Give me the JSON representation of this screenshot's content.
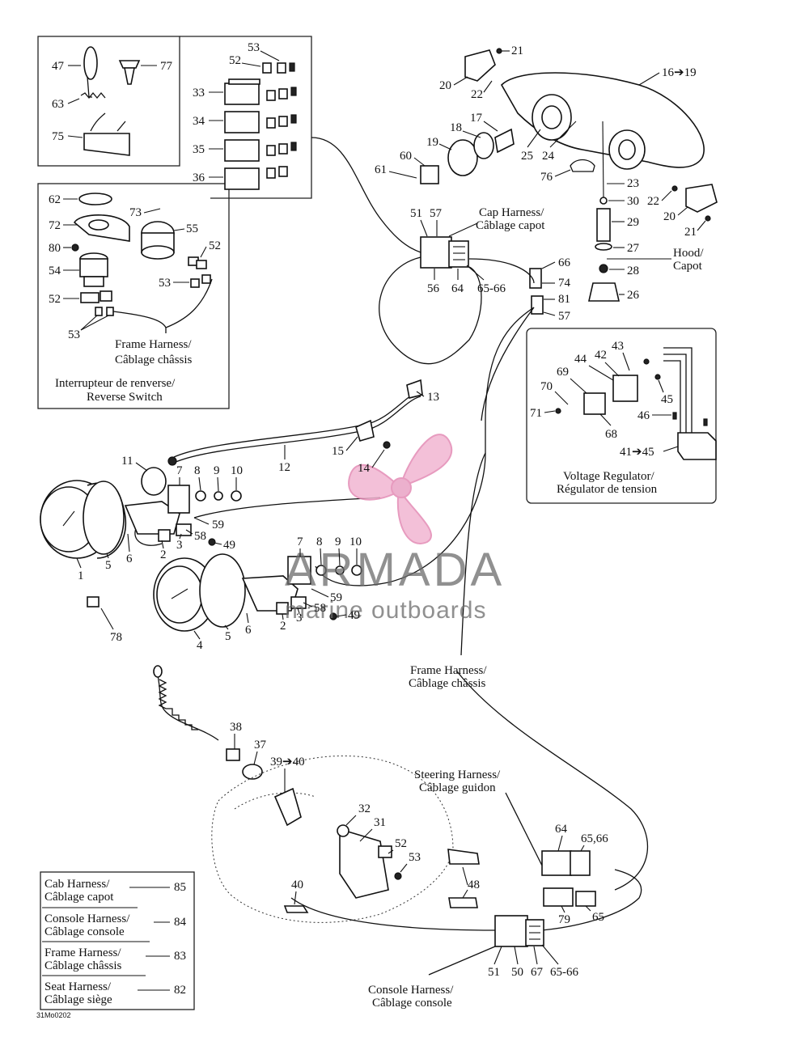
{
  "callouts": {
    "n47": "47",
    "n77": "77",
    "n63": "63",
    "n75": "75",
    "n53a": "53",
    "n52a": "52",
    "n33": "33",
    "n34": "34",
    "n35": "35",
    "n36": "36",
    "n62": "62",
    "n73": "73",
    "n72": "72",
    "n55": "55",
    "n80": "80",
    "n52b": "52",
    "n54": "54",
    "n53b": "53",
    "n52c": "52",
    "n53c": "53",
    "n21a": "21",
    "n20a": "20",
    "n22a": "22",
    "n16_19": "16➔19",
    "n17": "17",
    "n18": "18",
    "n19": "19",
    "n25": "25",
    "n24": "24",
    "n60": "60",
    "n61": "61",
    "n76": "76",
    "n23": "23",
    "n22b": "22",
    "n30": "30",
    "n20b": "20",
    "n29": "29",
    "n21b": "21",
    "n27": "27",
    "n28": "28",
    "n26": "26",
    "n51a": "51",
    "n57a": "57",
    "n56": "56",
    "n64a": "64",
    "n65_66a": "65-66",
    "n66": "66",
    "n74": "74",
    "n81": "81",
    "n57b": "57",
    "n43": "43",
    "n44": "44",
    "n42": "42",
    "n69": "69",
    "n70": "70",
    "n45": "45",
    "n71": "71",
    "n46": "46",
    "n68": "68",
    "n41_45": "41➔45",
    "n13": "13",
    "n15": "15",
    "n14": "14",
    "n12": "12",
    "n11": "11",
    "n7a": "7",
    "n8a": "8",
    "n9a": "9",
    "n10a": "10",
    "n59a": "59",
    "n58a": "58",
    "n49a": "49",
    "n2a": "2",
    "n3a": "3",
    "n1": "1",
    "n5a": "5",
    "n6a": "6",
    "n7b": "7",
    "n8b": "8",
    "n9b": "9",
    "n10b": "10",
    "n59b": "59",
    "n58b": "58",
    "n49b": "49",
    "n3b": "3",
    "n2b": "2",
    "n4": "4",
    "n5b": "5",
    "n6b": "6",
    "n78": "78",
    "n38": "38",
    "n37": "37",
    "n39_40": "39➔40",
    "n32": "32",
    "n31": "31",
    "n52d": "52",
    "n53d": "53",
    "n48": "48",
    "n40": "40",
    "n64b": "64",
    "n65_66b": "65,66",
    "n79": "79",
    "n65": "65",
    "n51b": "51",
    "n50": "50",
    "n67": "67",
    "n65_66c": "65-66"
  },
  "labels": {
    "frame_harness_box_1": "Frame Harness/",
    "frame_harness_box_2": "Câblage châssis",
    "reverse_switch_1": "Interrupteur de renverse/",
    "reverse_switch_2": "Reverse Switch",
    "cap_harness_1": "Cap Harness/",
    "cap_harness_2": "Câblage capot",
    "hood_1": "Hood/",
    "hood_2": "Capot",
    "voltage_reg_1": "Voltage Regulator/",
    "voltage_reg_2": "Régulator de tension",
    "frame_harness_mid_1": "Frame Harness/",
    "frame_harness_mid_2": "Câblage châssis",
    "steering_1": "Steering Harness/",
    "steering_2": "Câblage guidon",
    "console_harness_1": "Console Harness/",
    "console_harness_2": "Câblage console",
    "diagram_code": "31Mo0202"
  },
  "legend": [
    {
      "line1": "Cab Harness/",
      "line2": "Câblage capot",
      "ref": "85"
    },
    {
      "line1": "Console Harness/",
      "line2": "Câblage console",
      "ref": "84"
    },
    {
      "line1": "Frame Harness/",
      "line2": "Câblage châssis",
      "ref": "83"
    },
    {
      "line1": "Seat Harness/",
      "line2": "Câblage siège",
      "ref": "82"
    }
  ],
  "watermark": {
    "brand": "ARMADA",
    "tagline": "marine outboards",
    "colors": {
      "propeller": "#f2b6d2",
      "propeller_stroke": "#e38ab4",
      "text": "#6b6b6b"
    }
  }
}
